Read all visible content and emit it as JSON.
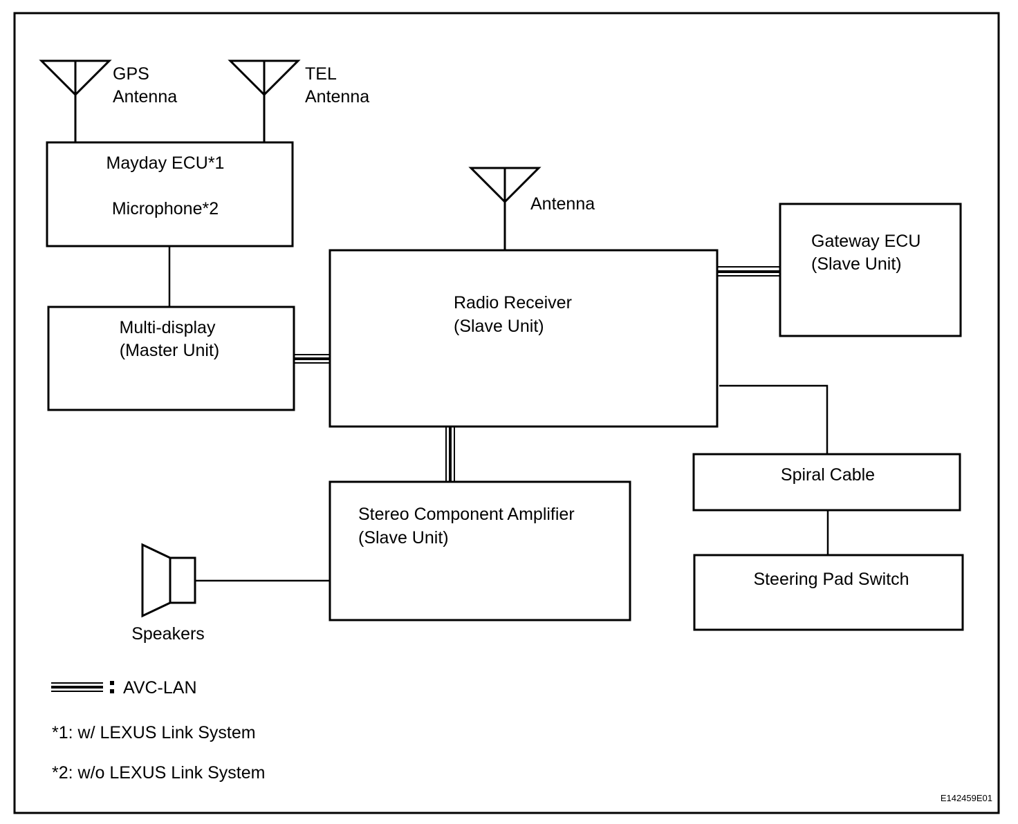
{
  "antennas": {
    "gps": {
      "line1": "GPS",
      "line2": "Antenna"
    },
    "tel": {
      "line1": "TEL",
      "line2": "Antenna"
    },
    "radio": {
      "label": "Antenna"
    }
  },
  "components": {
    "mayday": {
      "line1": "Mayday ECU*1",
      "line2": "Microphone*2"
    },
    "multi_display": {
      "line1": "Multi-display",
      "line2": "(Master Unit)"
    },
    "radio_receiver": {
      "line1": "Radio Receiver",
      "line2": "(Slave Unit)"
    },
    "gateway": {
      "line1": "Gateway ECU",
      "line2": "(Slave Unit)"
    },
    "spiral_cable": {
      "line1": "Spiral Cable"
    },
    "steering_pad": {
      "line1": "Steering Pad Switch"
    },
    "amplifier": {
      "line1": "Stereo Component Amplifier",
      "line2": "(Slave Unit)"
    },
    "speakers": {
      "label": "Speakers"
    }
  },
  "legend": {
    "avc_lan": "AVC-LAN",
    "note1": "*1: w/ LEXUS Link System",
    "note2": "*2: w/o LEXUS Link System"
  },
  "figure_code": "E142459E01"
}
